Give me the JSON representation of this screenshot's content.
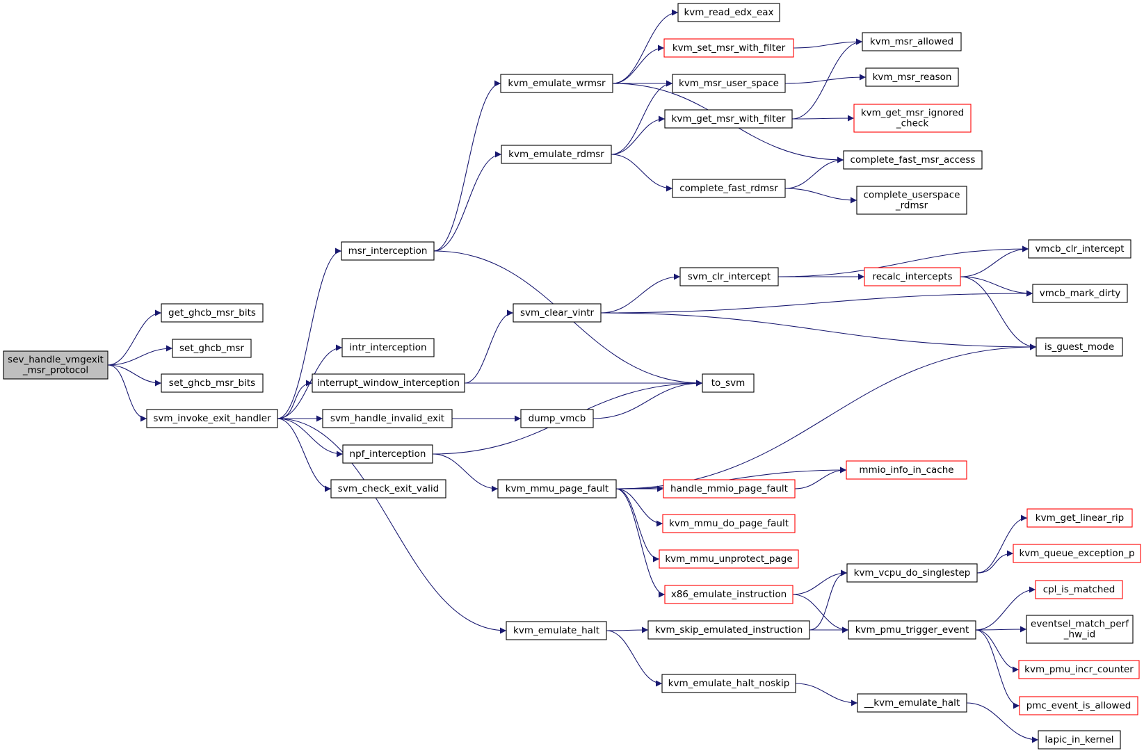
{
  "colors": {
    "edge": "#191970",
    "missing_link_border": "#ff0000",
    "root_fill": "#bfbfbf"
  },
  "nodes": [
    {
      "id": "sev_root",
      "lines": [
        "sev_handle_vmgexit",
        "_msr_protocol"
      ],
      "root": true
    },
    {
      "id": "get_ghcb_msr_bits",
      "lines": [
        "get_ghcb_msr_bits"
      ]
    },
    {
      "id": "set_ghcb_msr",
      "lines": [
        "set_ghcb_msr"
      ]
    },
    {
      "id": "set_ghcb_msr_bits",
      "lines": [
        "set_ghcb_msr_bits"
      ]
    },
    {
      "id": "svm_invoke_exit_handler",
      "lines": [
        "svm_invoke_exit_handler"
      ]
    },
    {
      "id": "msr_interception",
      "lines": [
        "msr_interception"
      ]
    },
    {
      "id": "intr_interception",
      "lines": [
        "intr_interception"
      ]
    },
    {
      "id": "interrupt_window_interception",
      "lines": [
        "interrupt_window_interception"
      ]
    },
    {
      "id": "svm_handle_invalid_exit",
      "lines": [
        "svm_handle_invalid_exit"
      ]
    },
    {
      "id": "npf_interception",
      "lines": [
        "npf_interception"
      ]
    },
    {
      "id": "svm_check_exit_valid",
      "lines": [
        "svm_check_exit_valid"
      ]
    },
    {
      "id": "kvm_emulate_halt",
      "lines": [
        "kvm_emulate_halt"
      ]
    },
    {
      "id": "kvm_emulate_wrmsr",
      "lines": [
        "kvm_emulate_wrmsr"
      ]
    },
    {
      "id": "kvm_emulate_rdmsr",
      "lines": [
        "kvm_emulate_rdmsr"
      ]
    },
    {
      "id": "svm_clear_vintr",
      "lines": [
        "svm_clear_vintr"
      ]
    },
    {
      "id": "dump_vmcb",
      "lines": [
        "dump_vmcb"
      ]
    },
    {
      "id": "kvm_mmu_page_fault",
      "lines": [
        "kvm_mmu_page_fault"
      ]
    },
    {
      "id": "kvm_read_edx_eax",
      "lines": [
        "kvm_read_edx_eax"
      ]
    },
    {
      "id": "kvm_set_msr_with_filter",
      "lines": [
        "kvm_set_msr_with_filter"
      ],
      "red": true
    },
    {
      "id": "kvm_msr_user_space",
      "lines": [
        "kvm_msr_user_space"
      ]
    },
    {
      "id": "kvm_get_msr_with_filter",
      "lines": [
        "kvm_get_msr_with_filter"
      ]
    },
    {
      "id": "complete_fast_rdmsr",
      "lines": [
        "complete_fast_rdmsr"
      ]
    },
    {
      "id": "svm_clr_intercept",
      "lines": [
        "svm_clr_intercept"
      ]
    },
    {
      "id": "to_svm",
      "lines": [
        "to_svm"
      ]
    },
    {
      "id": "handle_mmio_page_fault",
      "lines": [
        "handle_mmio_page_fault"
      ],
      "red": true
    },
    {
      "id": "kvm_mmu_do_page_fault",
      "lines": [
        "kvm_mmu_do_page_fault"
      ],
      "red": true
    },
    {
      "id": "kvm_mmu_unprotect_page",
      "lines": [
        "kvm_mmu_unprotect_page"
      ],
      "red": true
    },
    {
      "id": "x86_emulate_instruction",
      "lines": [
        "x86_emulate_instruction"
      ],
      "red": true
    },
    {
      "id": "kvm_skip_emulated_instruction",
      "lines": [
        "kvm_skip_emulated_instruction"
      ]
    },
    {
      "id": "kvm_emulate_halt_noskip",
      "lines": [
        "kvm_emulate_halt_noskip"
      ]
    },
    {
      "id": "kvm_msr_allowed",
      "lines": [
        "kvm_msr_allowed"
      ]
    },
    {
      "id": "kvm_msr_reason",
      "lines": [
        "kvm_msr_reason"
      ]
    },
    {
      "id": "kvm_get_msr_ignored_check",
      "lines": [
        "kvm_get_msr_ignored",
        "_check"
      ],
      "red": true
    },
    {
      "id": "complete_fast_msr_access",
      "lines": [
        "complete_fast_msr_access"
      ]
    },
    {
      "id": "complete_userspace_rdmsr",
      "lines": [
        "complete_userspace",
        "_rdmsr"
      ]
    },
    {
      "id": "recalc_intercepts",
      "lines": [
        "recalc_intercepts"
      ],
      "red": true
    },
    {
      "id": "mmio_info_in_cache",
      "lines": [
        "mmio_info_in_cache"
      ],
      "red": true
    },
    {
      "id": "kvm_vcpu_do_singlestep",
      "lines": [
        "kvm_vcpu_do_singlestep"
      ]
    },
    {
      "id": "kvm_pmu_trigger_event",
      "lines": [
        "kvm_pmu_trigger_event"
      ]
    },
    {
      "id": "kvm_emulate_halt2",
      "lines": [
        "__kvm_emulate_halt"
      ]
    },
    {
      "id": "vmcb_clr_intercept",
      "lines": [
        "vmcb_clr_intercept"
      ]
    },
    {
      "id": "vmcb_mark_dirty",
      "lines": [
        "vmcb_mark_dirty"
      ]
    },
    {
      "id": "is_guest_mode",
      "lines": [
        "is_guest_mode"
      ]
    },
    {
      "id": "kvm_get_linear_rip",
      "lines": [
        "kvm_get_linear_rip"
      ],
      "red": true
    },
    {
      "id": "kvm_queue_exception_p",
      "lines": [
        "kvm_queue_exception_p"
      ],
      "red": true
    },
    {
      "id": "cpl_is_matched",
      "lines": [
        "cpl_is_matched"
      ],
      "red": true
    },
    {
      "id": "eventsel_match_perf_hw_id",
      "lines": [
        "eventsel_match_perf",
        "_hw_id"
      ]
    },
    {
      "id": "kvm_pmu_incr_counter",
      "lines": [
        "kvm_pmu_incr_counter"
      ],
      "red": true
    },
    {
      "id": "pmc_event_is_allowed",
      "lines": [
        "pmc_event_is_allowed"
      ],
      "red": true
    },
    {
      "id": "lapic_in_kernel",
      "lines": [
        "lapic_in_kernel"
      ]
    }
  ],
  "edges": [
    [
      "sev_root",
      "get_ghcb_msr_bits"
    ],
    [
      "sev_root",
      "set_ghcb_msr"
    ],
    [
      "sev_root",
      "set_ghcb_msr_bits"
    ],
    [
      "sev_root",
      "svm_invoke_exit_handler"
    ],
    [
      "svm_invoke_exit_handler",
      "msr_interception"
    ],
    [
      "svm_invoke_exit_handler",
      "intr_interception"
    ],
    [
      "svm_invoke_exit_handler",
      "interrupt_window_interception"
    ],
    [
      "svm_invoke_exit_handler",
      "svm_handle_invalid_exit"
    ],
    [
      "svm_invoke_exit_handler",
      "npf_interception"
    ],
    [
      "svm_invoke_exit_handler",
      "svm_check_exit_valid"
    ],
    [
      "svm_invoke_exit_handler",
      "kvm_emulate_halt"
    ],
    [
      "msr_interception",
      "kvm_emulate_wrmsr"
    ],
    [
      "msr_interception",
      "kvm_emulate_rdmsr"
    ],
    [
      "msr_interception",
      "to_svm"
    ],
    [
      "interrupt_window_interception",
      "svm_clear_vintr"
    ],
    [
      "interrupt_window_interception",
      "to_svm"
    ],
    [
      "svm_handle_invalid_exit",
      "dump_vmcb"
    ],
    [
      "npf_interception",
      "to_svm"
    ],
    [
      "npf_interception",
      "kvm_mmu_page_fault"
    ],
    [
      "kvm_emulate_wrmsr",
      "kvm_read_edx_eax"
    ],
    [
      "kvm_emulate_wrmsr",
      "kvm_set_msr_with_filter"
    ],
    [
      "kvm_emulate_wrmsr",
      "kvm_msr_user_space"
    ],
    [
      "kvm_emulate_wrmsr",
      "complete_fast_msr_access"
    ],
    [
      "kvm_emulate_rdmsr",
      "kvm_msr_user_space"
    ],
    [
      "kvm_emulate_rdmsr",
      "kvm_get_msr_with_filter"
    ],
    [
      "kvm_emulate_rdmsr",
      "complete_fast_rdmsr"
    ],
    [
      "kvm_set_msr_with_filter",
      "kvm_msr_allowed"
    ],
    [
      "kvm_msr_user_space",
      "kvm_msr_reason"
    ],
    [
      "kvm_get_msr_with_filter",
      "kvm_msr_allowed"
    ],
    [
      "kvm_get_msr_with_filter",
      "kvm_get_msr_ignored_check"
    ],
    [
      "complete_fast_rdmsr",
      "complete_fast_msr_access"
    ],
    [
      "complete_fast_rdmsr",
      "complete_userspace_rdmsr"
    ],
    [
      "svm_clear_vintr",
      "svm_clr_intercept"
    ],
    [
      "svm_clear_vintr",
      "vmcb_mark_dirty"
    ],
    [
      "svm_clear_vintr",
      "is_guest_mode"
    ],
    [
      "svm_clr_intercept",
      "vmcb_clr_intercept"
    ],
    [
      "svm_clr_intercept",
      "recalc_intercepts"
    ],
    [
      "recalc_intercepts",
      "vmcb_clr_intercept"
    ],
    [
      "recalc_intercepts",
      "vmcb_mark_dirty"
    ],
    [
      "recalc_intercepts",
      "is_guest_mode"
    ],
    [
      "dump_vmcb",
      "to_svm"
    ],
    [
      "kvm_mmu_page_fault",
      "is_guest_mode"
    ],
    [
      "kvm_mmu_page_fault",
      "mmio_info_in_cache"
    ],
    [
      "kvm_mmu_page_fault",
      "handle_mmio_page_fault"
    ],
    [
      "kvm_mmu_page_fault",
      "kvm_mmu_do_page_fault"
    ],
    [
      "kvm_mmu_page_fault",
      "kvm_mmu_unprotect_page"
    ],
    [
      "kvm_mmu_page_fault",
      "x86_emulate_instruction"
    ],
    [
      "handle_mmio_page_fault",
      "mmio_info_in_cache"
    ],
    [
      "x86_emulate_instruction",
      "kvm_vcpu_do_singlestep"
    ],
    [
      "x86_emulate_instruction",
      "kvm_pmu_trigger_event"
    ],
    [
      "kvm_emulate_halt",
      "kvm_skip_emulated_instruction"
    ],
    [
      "kvm_emulate_halt",
      "kvm_emulate_halt_noskip"
    ],
    [
      "kvm_skip_emulated_instruction",
      "kvm_vcpu_do_singlestep"
    ],
    [
      "kvm_skip_emulated_instruction",
      "kvm_pmu_trigger_event"
    ],
    [
      "kvm_emulate_halt_noskip",
      "kvm_emulate_halt2"
    ],
    [
      "kvm_vcpu_do_singlestep",
      "kvm_get_linear_rip"
    ],
    [
      "kvm_vcpu_do_singlestep",
      "kvm_queue_exception_p"
    ],
    [
      "kvm_pmu_trigger_event",
      "cpl_is_matched"
    ],
    [
      "kvm_pmu_trigger_event",
      "eventsel_match_perf_hw_id"
    ],
    [
      "kvm_pmu_trigger_event",
      "kvm_pmu_incr_counter"
    ],
    [
      "kvm_pmu_trigger_event",
      "pmc_event_is_allowed"
    ],
    [
      "kvm_emulate_halt2",
      "lapic_in_kernel"
    ]
  ]
}
